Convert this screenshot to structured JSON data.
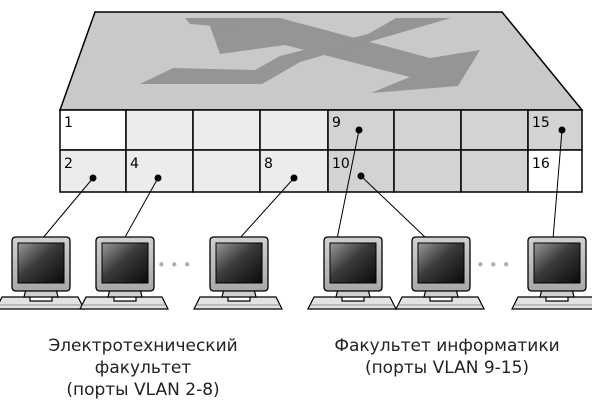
{
  "colors": {
    "top_face": "#c9c9c9",
    "x_mark": "#959595",
    "port_white": "#ffffff",
    "port_light": "#ececec",
    "port_dark": "#d3d3d3",
    "outline": "#000000"
  },
  "ports": {
    "p1": "1",
    "p2": "2",
    "p4": "4",
    "p8": "8",
    "p9": "9",
    "p10": "10",
    "p15": "15",
    "p16": "16"
  },
  "ellipsis": [
    "•••",
    "•••"
  ],
  "groups": [
    {
      "name_line1": "Электротехнический",
      "name_line2": "факультет",
      "vlan": "(порты VLAN 2-8)"
    },
    {
      "name_line1": "Факультет информатики",
      "name_line2": "",
      "vlan": "(порты VLAN 9-15)"
    }
  ],
  "icons": [
    "switch-icon",
    "computer-icon"
  ]
}
